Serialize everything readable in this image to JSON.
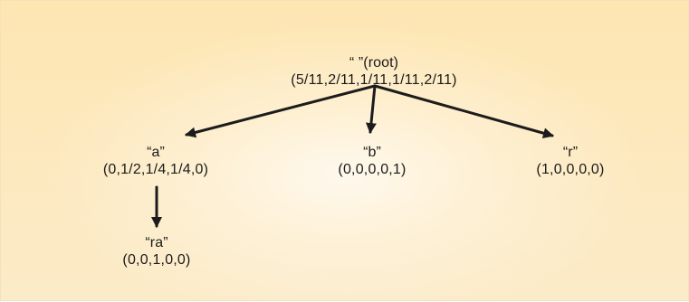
{
  "diagram": {
    "nodes": {
      "root": {
        "label": "“ ”(root)",
        "value": "(5/11,2/11,1/11,1/11,2/11)"
      },
      "a": {
        "label": "“a”",
        "value": "(0,1/2,1/4,1/4,0)"
      },
      "b": {
        "label": "“b”",
        "value": "(0,0,0,0,1)"
      },
      "r": {
        "label": "“r”",
        "value": "(1,0,0,0,0)"
      },
      "ra": {
        "label": "“ra”",
        "value": "(0,0,1,0,0)"
      }
    },
    "colors": {
      "arrow": "#1c1c1c",
      "text": "#1b1b1b"
    }
  }
}
